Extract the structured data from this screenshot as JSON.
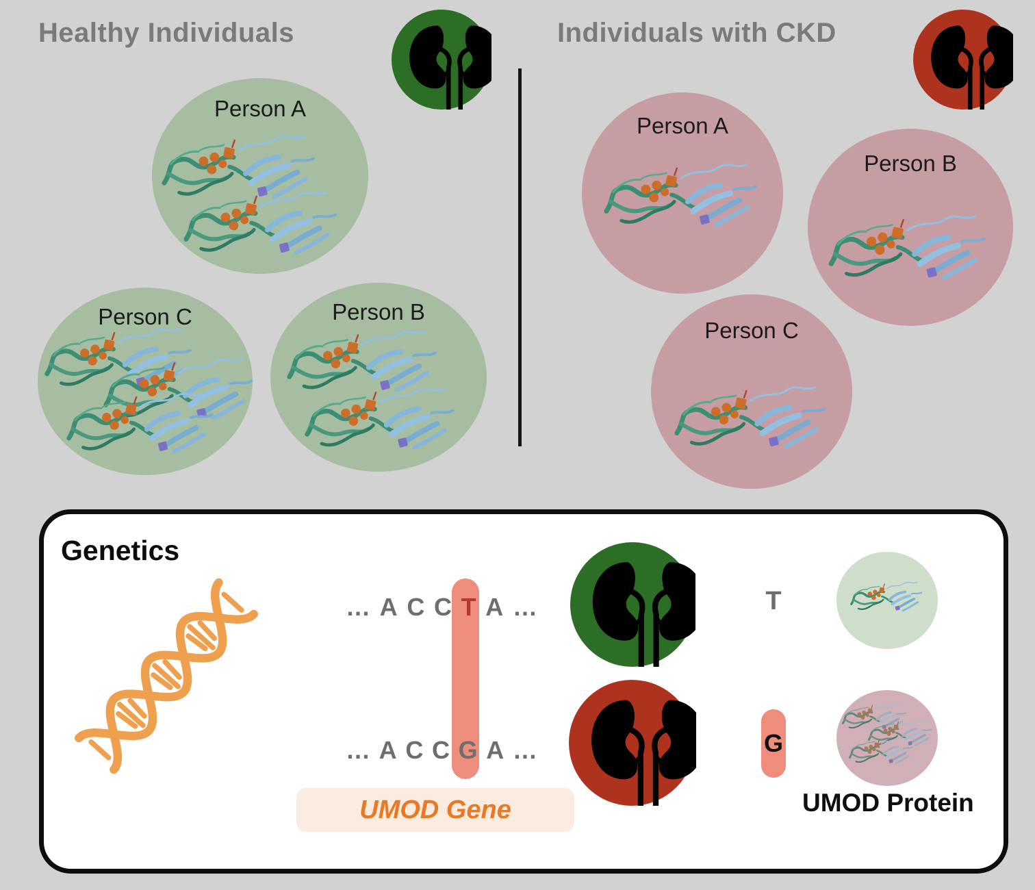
{
  "page": {
    "background_color": "#d2d2d2",
    "divider_color": "#141414"
  },
  "healthy": {
    "title": "Healthy Individuals",
    "kidney_color": "#2d6e26",
    "circle_color": "#a6bda1",
    "persons": [
      {
        "label": "Person A",
        "protein_count": 2
      },
      {
        "label": "Person C",
        "protein_count": 3
      },
      {
        "label": "Person B",
        "protein_count": 2
      }
    ]
  },
  "ckd": {
    "title": "Individuals with CKD",
    "kidney_color": "#ad331f",
    "circle_color": "#c59da3",
    "persons": [
      {
        "label": "Person A",
        "protein_count": 1
      },
      {
        "label": "Person B",
        "protein_count": 1
      },
      {
        "label": "Person C",
        "protein_count": 1
      }
    ]
  },
  "genetics": {
    "title": "Genetics",
    "dna_color": "#eea04e",
    "highlight_color": "#ee8d7c",
    "seq_top": [
      "…",
      "A",
      "C",
      "C",
      "T",
      "A",
      "…"
    ],
    "seq_top_variant": "T",
    "seq_top_variant_color": "#b13a28",
    "seq_bottom": [
      "…",
      "A",
      "C",
      "C",
      "G",
      "A",
      "…"
    ],
    "allele_top": "T",
    "allele_bottom": "G",
    "healthy_kidney_color": "#2d6e26",
    "ckd_kidney_color": "#ad331f",
    "healthy_protein_circle_color": "#cfdeca",
    "ckd_protein_circle_color": "#d0b0b6",
    "gene_label": "UMOD Gene",
    "gene_chip_color": "#fcecdf",
    "gene_text_color": "#e87a25",
    "protein_label": "UMOD Protein"
  }
}
